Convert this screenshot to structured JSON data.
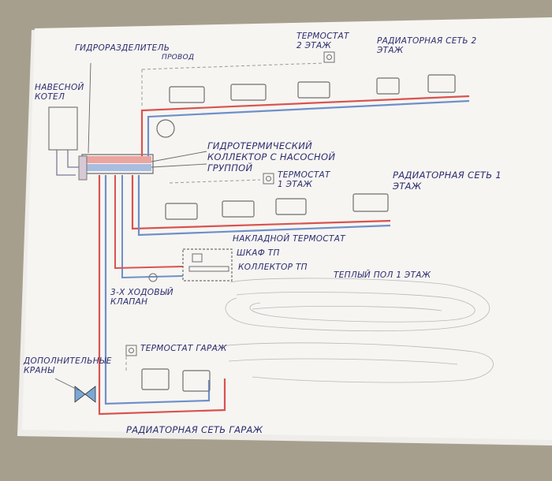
{
  "labels": {
    "boiler": "Навесной котел",
    "hydro_separator": "Гидроразделитель",
    "wire": "Провод",
    "thermostat_2": "Термостат 2 этаж",
    "radiator_net_2": "Радиаторная сеть 2 этаж",
    "hydro_collector": "Гидротермический коллектор с насосной группой",
    "thermostat_1": "Термостат 1 этаж",
    "radiator_net_1": "Радиаторная сеть 1 этаж",
    "overhead_thermostat": "Накладной термостат",
    "cabinet_tp": "Шкаф ТП",
    "collector_tp": "Коллектор ТП",
    "warm_floor": "Теплый пол 1 этаж",
    "three_way_valve": "3-х ходовый клапан",
    "thermostat_garage": "Термостат гараж",
    "extra_taps": "Дополнительные краны",
    "radiator_net_garage": "Радиаторная сеть гараж"
  },
  "colors": {
    "paper": "#f6f5f2",
    "background": "#a79f8e",
    "ink": "#2c2c6e",
    "supply": "#d9534f",
    "return": "#6f8fc9",
    "pencil": "#8a8a8a"
  }
}
